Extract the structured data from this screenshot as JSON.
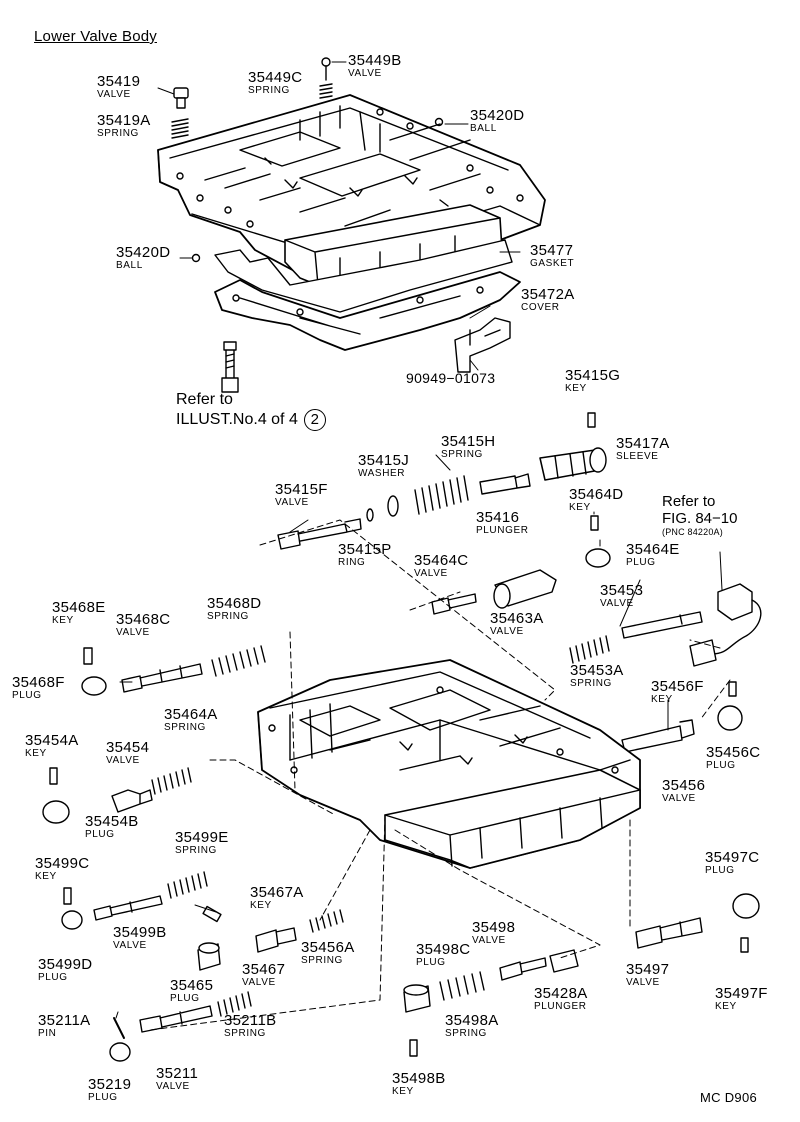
{
  "title": "Lower Valve Body",
  "refer_illust": {
    "line1": "Refer to",
    "line2": "ILLUST.No.4 of 4",
    "badge": "2"
  },
  "refer_fig": {
    "line1": "Refer to",
    "line2": "FIG. 84−10",
    "line3": "(PNC 84220A)"
  },
  "drawing_code": "MC D906",
  "connector_part": "90949−01073",
  "parts": [
    {
      "id": "35419",
      "name": "VALVE"
    },
    {
      "id": "35419A",
      "name": "SPRING"
    },
    {
      "id": "35449C",
      "name": "SPRING"
    },
    {
      "id": "35449B",
      "name": "VALVE"
    },
    {
      "id": "35420D",
      "name": "BALL"
    },
    {
      "id": "35420D",
      "name": "BALL"
    },
    {
      "id": "35477",
      "name": "GASKET"
    },
    {
      "id": "35472A",
      "name": "COVER"
    },
    {
      "id": "35415G",
      "name": "KEY"
    },
    {
      "id": "35415H",
      "name": "SPRING"
    },
    {
      "id": "35415J",
      "name": "WASHER"
    },
    {
      "id": "35417A",
      "name": "SLEEVE"
    },
    {
      "id": "35415F",
      "name": "VALVE"
    },
    {
      "id": "35415P",
      "name": "RING"
    },
    {
      "id": "35416",
      "name": "PLUNGER"
    },
    {
      "id": "35464D",
      "name": "KEY"
    },
    {
      "id": "35464E",
      "name": "PLUG"
    },
    {
      "id": "35464C",
      "name": "VALVE"
    },
    {
      "id": "35463A",
      "name": "VALVE"
    },
    {
      "id": "35453",
      "name": "VALVE"
    },
    {
      "id": "35453A",
      "name": "SPRING"
    },
    {
      "id": "35468E",
      "name": "KEY"
    },
    {
      "id": "35468C",
      "name": "VALVE"
    },
    {
      "id": "35468D",
      "name": "SPRING"
    },
    {
      "id": "35468F",
      "name": "PLUG"
    },
    {
      "id": "35456F",
      "name": "KEY"
    },
    {
      "id": "35456C",
      "name": "PLUG"
    },
    {
      "id": "35464A",
      "name": "SPRING"
    },
    {
      "id": "35454A",
      "name": "KEY"
    },
    {
      "id": "35454",
      "name": "VALVE"
    },
    {
      "id": "35454B",
      "name": "PLUG"
    },
    {
      "id": "35456",
      "name": "VALVE"
    },
    {
      "id": "35499E",
      "name": "SPRING"
    },
    {
      "id": "35499C",
      "name": "KEY"
    },
    {
      "id": "35467A",
      "name": "KEY"
    },
    {
      "id": "35497C",
      "name": "PLUG"
    },
    {
      "id": "35499B",
      "name": "VALVE"
    },
    {
      "id": "35456A",
      "name": "SPRING"
    },
    {
      "id": "35498",
      "name": "VALVE"
    },
    {
      "id": "35499D",
      "name": "PLUG"
    },
    {
      "id": "35465",
      "name": "PLUG"
    },
    {
      "id": "35467",
      "name": "VALVE"
    },
    {
      "id": "35498C",
      "name": "PLUG"
    },
    {
      "id": "35428A",
      "name": "PLUNGER"
    },
    {
      "id": "35497",
      "name": "VALVE"
    },
    {
      "id": "35497F",
      "name": "KEY"
    },
    {
      "id": "35211A",
      "name": "PIN"
    },
    {
      "id": "35211B",
      "name": "SPRING"
    },
    {
      "id": "35498A",
      "name": "SPRING"
    },
    {
      "id": "35219",
      "name": "PLUG"
    },
    {
      "id": "35211",
      "name": "VALVE"
    },
    {
      "id": "35498B",
      "name": "KEY"
    }
  ]
}
